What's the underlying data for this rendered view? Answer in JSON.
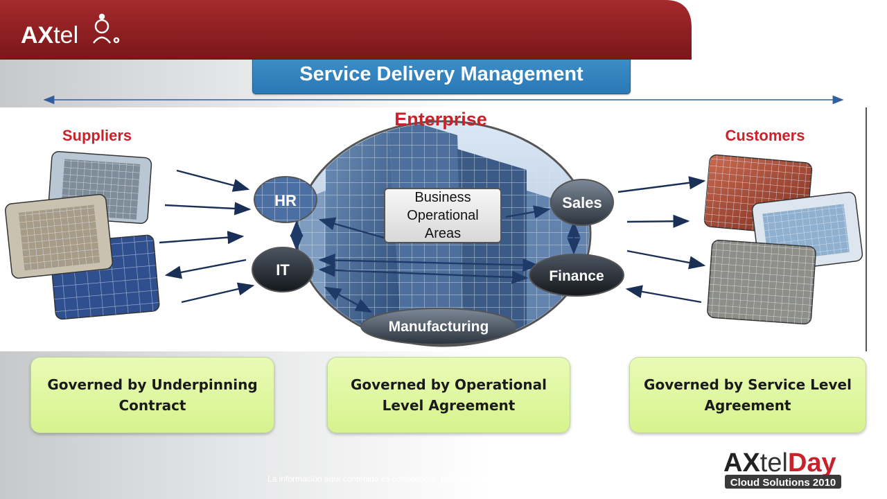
{
  "slide": {
    "title": "The End to End Service Delivery Chain",
    "management_label": "Service Delivery Management"
  },
  "diagram": {
    "suppliers_label": "Suppliers",
    "enterprise_label": "Enterprise",
    "customers_label": "Customers",
    "center_label_lines": [
      "Business",
      "Operational",
      "Areas"
    ],
    "areas": {
      "hr": "HR",
      "it": "IT",
      "sales": "Sales",
      "finance": "Finance",
      "manufacturing": "Manufacturing"
    }
  },
  "governance": [
    {
      "lines": [
        "Governed by Underpinning",
        "Contract"
      ]
    },
    {
      "lines": [
        "Governed by Operational",
        "Level Agreement"
      ]
    },
    {
      "lines": [
        "Governed by Service Level",
        "Agreement"
      ]
    }
  ],
  "footer": {
    "brand": "AXtel",
    "disclaimer": "La información aquí contenida es confidencial, pertenece a AXTEL S.A de C.V. y está protegida legalmente.",
    "event_logo": "AXtelDay",
    "event_subtitle": "Cloud Solutions 2010"
  },
  "colors": {
    "accent_blue": "#2a79b6",
    "label_red": "#c8232c",
    "bubble_green": "#d6f38d",
    "footer_red": "#8f1c1f"
  },
  "icons": [
    "double-arrow-line",
    "building-photo",
    "axtel-mascot-icon"
  ]
}
